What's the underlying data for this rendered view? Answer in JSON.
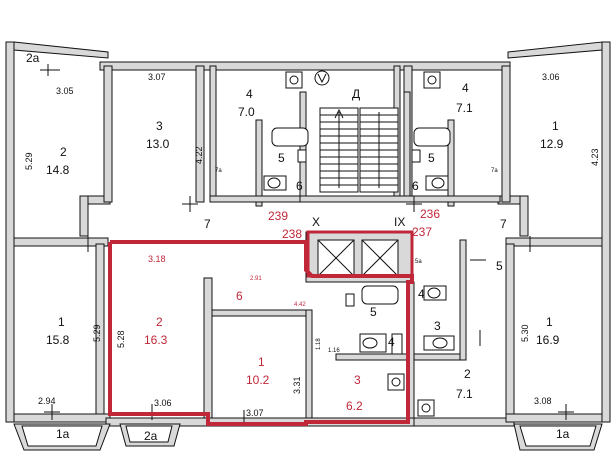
{
  "colors": {
    "wall": "#111111",
    "wall_fill": "#d9d9d9",
    "highlight": "#c0283a",
    "background": "#ffffff"
  },
  "stair": {
    "label": "Д"
  },
  "markers": {
    "left": "X",
    "right": "IX"
  },
  "flat_codes": {
    "c239": "239",
    "c238": "238",
    "c236": "236",
    "c237": "237"
  },
  "rooms": {
    "r2a_top": {
      "num": "2a",
      "dim": "3.05"
    },
    "r2_tl": {
      "num": "2",
      "area": "14.8",
      "dim": "5.29"
    },
    "r3_t": {
      "num": "3",
      "area": "13.0",
      "dim_top": "3.07",
      "dim_side": "4.22"
    },
    "r4_tl": {
      "num": "4",
      "area": "7.0"
    },
    "r5_tl": {
      "num": "5"
    },
    "r6_tl": {
      "num": "6"
    },
    "r7a_l": {
      "num": "7a"
    },
    "r7_l": {
      "num": "7"
    },
    "r4_tr": {
      "num": "4",
      "area": "7.1"
    },
    "r5_tr": {
      "num": "5"
    },
    "r6_tr": {
      "num": "6"
    },
    "r7a_r": {
      "num": "7a"
    },
    "r7_r": {
      "num": "7"
    },
    "r1_tr": {
      "num": "1",
      "area": "12.9",
      "dim_top": "3.06",
      "dim_side": "4.23"
    },
    "r1_bl": {
      "num": "1",
      "area": "15.8",
      "dim_side": "5.29",
      "dim_bottom": "2.94"
    },
    "r1a_bl": {
      "num": "1a"
    },
    "r2_hl": {
      "num": "2",
      "area": "16.3",
      "dim_top": "3.18",
      "dim_side": "5.28",
      "dim_bottom": "3.06"
    },
    "r2a_bot": {
      "num": "2a"
    },
    "r6_hl": {
      "num": "6",
      "dim_a": "2.91",
      "dim_b": "4.42"
    },
    "r1_hl": {
      "num": "1",
      "area": "10.2",
      "dim_bottom": "3.07",
      "dim_side": "3.31"
    },
    "r5_hl": {
      "num": "5",
      "dim_a": "1.18",
      "dim_b": "1.16"
    },
    "r4_hl": {
      "num": "4"
    },
    "r3_hl": {
      "num": "3",
      "area": "6.2"
    },
    "r5a_r": {
      "num": "5a"
    },
    "r5_r": {
      "num": "5"
    },
    "r4_r": {
      "num": "4"
    },
    "r3_r": {
      "num": "3"
    },
    "r2_br": {
      "num": "2",
      "area": "7.1"
    },
    "r1_br": {
      "num": "1",
      "area": "16.9",
      "dim_side": "5.30",
      "dim_bottom": "3.08"
    },
    "r1a_br": {
      "num": "1a"
    }
  }
}
